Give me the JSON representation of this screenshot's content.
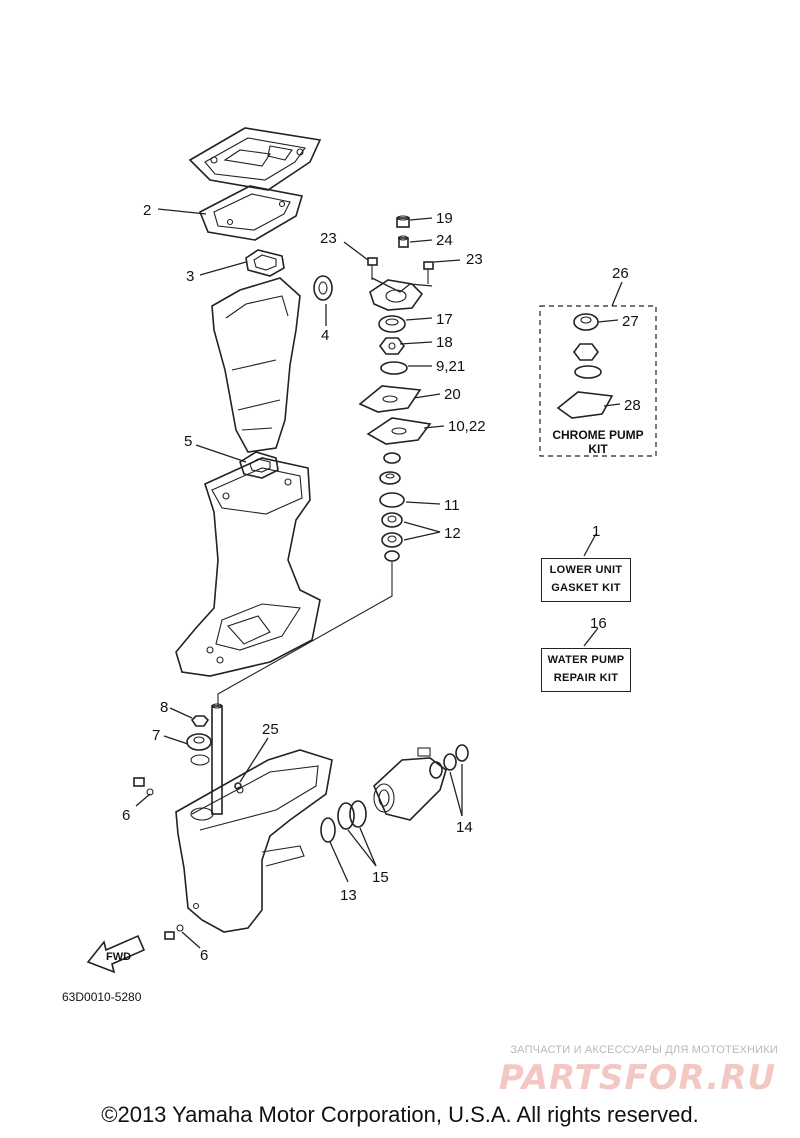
{
  "diagram_code": "63D0010-5280",
  "watermark": {
    "tagline": "ЗАПЧАСТИ И АКСЕССУАРЫ ДЛЯ МОТОТЕХНИКИ",
    "logo": "PARTSFOR.RU"
  },
  "copyright": "©2013 Yamaha Motor Corporation, U.S.A. All rights reserved.",
  "fwd_label": "FWD",
  "callouts": {
    "c1": "1",
    "c2": "2",
    "c3": "3",
    "c4": "4",
    "c5": "5",
    "c6a": "6",
    "c6b": "6",
    "c7": "7",
    "c8": "8",
    "c9_21": "9,21",
    "c10_22": "10,22",
    "c11": "11",
    "c12": "12",
    "c13": "13",
    "c14": "14",
    "c15": "15",
    "c16": "16",
    "c17": "17",
    "c18": "18",
    "c19": "19",
    "c20": "20",
    "c23a": "23",
    "c23b": "23",
    "c24": "24",
    "c25": "25",
    "c26": "26",
    "c27": "27",
    "c28": "28"
  },
  "kits": {
    "chrome_pump": [
      "CHROME PUMP",
      "KIT"
    ],
    "lower_unit": [
      "LOWER UNIT",
      "GASKET KIT"
    ],
    "water_pump": [
      "WATER PUMP",
      "REPAIR KIT"
    ]
  }
}
